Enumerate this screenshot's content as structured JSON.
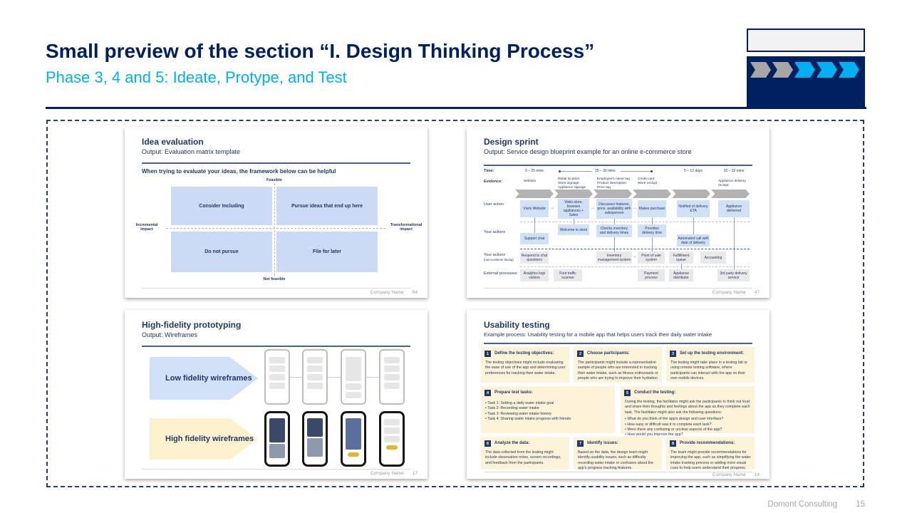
{
  "header": {
    "title": "Small preview of the section “I. Design Thinking Process”",
    "subtitle": "Phase 3, 4 and 5: Ideate, Protype, and Test"
  },
  "footer": {
    "brand": "Domont Consulting",
    "page": "15"
  },
  "nav": {
    "chevron_colors": [
      "#a6a6a6",
      "#a6a6a6",
      "#00b0f0",
      "#00b0f0",
      "#00b0f0"
    ]
  },
  "colors": {
    "navy": "#002060",
    "accent": "#00b0f0",
    "panel_blue": "#cfe0f7",
    "quadrant_blue": "#ccdbf5",
    "cream": "#fdf3d8",
    "gray_box": "#e9e9e9"
  },
  "slides": {
    "idea": {
      "title": "Idea evaluation",
      "subtitle": "Output: Evaluation matrix template",
      "statement": "When trying to evaluate your ideas, the framework below can be helpful",
      "axis_top": "Feasible",
      "axis_bottom": "Not feasible",
      "axis_left": "Incremental impact",
      "axis_right": "Transformational impact",
      "quadrants": [
        "Consider Including",
        "Pursue ideas that end up here",
        "Do not pursue",
        "File for later"
      ],
      "footer": "Company Name",
      "page": "54"
    },
    "sprint": {
      "title": "Design sprint",
      "subtitle": "Output: Service design blueprint example for an online e-commerce store",
      "time_label": "Time:",
      "evidence_label": "Evidence:",
      "times": {
        "t1": "5 – 25 mins",
        "t2": "25 – 30 mins",
        "t3": "5 – 12 days",
        "t4": "20 – 32 mins"
      },
      "evidence": {
        "e1": "Website",
        "e2": "Retail location\nStore signage\nAppliance signage",
        "e3": "Employee's name tag\nProduct description\nPrice tag",
        "e4": "Credit card\nStore receipt",
        "e5": "Appliance delivery receipt"
      },
      "row_labels": {
        "user": "User action",
        "yours": "Your actions",
        "yours2": "Your actions",
        "yours2_sub": "(non-customer facing)",
        "external": "External processes"
      },
      "user_actions": [
        "Visits Website",
        "Visits store, browses appliances + Sales",
        "Discusses features, price, availability with salesperson",
        "Makes purchase",
        "Notified of delivery ETA",
        "Appliance delivered"
      ],
      "your_actions": [
        "Support chat",
        "Welcome to store",
        "Checks inventory and delivery times",
        "Provides delivery time",
        "Automated call with date of delivery"
      ],
      "backstage": [
        "Respond to chat questions",
        "Inventory management system",
        "Point of sale system",
        "Fulfillment queue",
        "Accounting"
      ],
      "external": [
        "Analytics logs visitors",
        "Foot traffic scanner",
        "Payment process",
        "Appliance distributor",
        "3rd party delivery service"
      ],
      "footer": "Company Name",
      "page": "47"
    },
    "prototyping": {
      "title": "High-fidelity prototyping",
      "subtitle": "Output: Wireframes",
      "low_label": "Low fidelity wireframes",
      "high_label": "High fidelity wireframes",
      "footer": "Company Name",
      "page": "17"
    },
    "usability": {
      "title": "Usability testing",
      "subtitle": "Example process: Usability testing for a mobile app that helps users track their daily water intake",
      "steps": [
        {
          "num": "1",
          "title": "Define the testing objectives:",
          "body": "The testing objectives might include evaluating the ease of use of the app and determining user preferences for tracking their water intake."
        },
        {
          "num": "2",
          "title": "Choose participants:",
          "body": "The participants might include a representative sample of people who are interested in tracking their water intake, such as fitness enthusiasts or people who are trying to improve their hydration"
        },
        {
          "num": "3",
          "title": "Set up the testing environment:",
          "body": "The testing might take place in a testing lab or using remote testing software, where participants can interact with the app on their own mobile devices."
        },
        {
          "num": "4",
          "title": "Prepare test tasks:",
          "bullets": [
            "Task 1: Setting a daily water intake goal",
            "Task 2: Recording water intake",
            "Task 3: Reviewing water intake history",
            "Task 4: Sharing water intake progress with friends"
          ]
        },
        {
          "num": "5",
          "title": "Conduct the testing:",
          "body": "During the testing, the facilitator might ask the participants to think out loud and share their thoughts and feelings about the app as they complete each task. The facilitator might also ask the following questions:",
          "bullets": [
            "What do you think of the app's design and user interface?",
            "How easy or difficult was it to complete each task?",
            "Were there any confusing or unclear aspects of the app?",
            "How would you improve the app?"
          ]
        },
        {
          "num": "6",
          "title": "Analyze the data:",
          "body": "The data collected from the testing might include observation notes, screen recordings, and feedback from the participants."
        },
        {
          "num": "7",
          "title": "Identify issues:",
          "body": "Based on the data, the design team might identify usability issues, such as difficulty recording water intake or confusion about the app's progress tracking features."
        },
        {
          "num": "8",
          "title": "Provide recommendations:",
          "body": "The team might provide recommendations for improving the app, such as simplifying the water intake tracking process or adding more visual cues to help users understand their progress."
        }
      ],
      "footer": "Company Name",
      "page": "14"
    }
  }
}
